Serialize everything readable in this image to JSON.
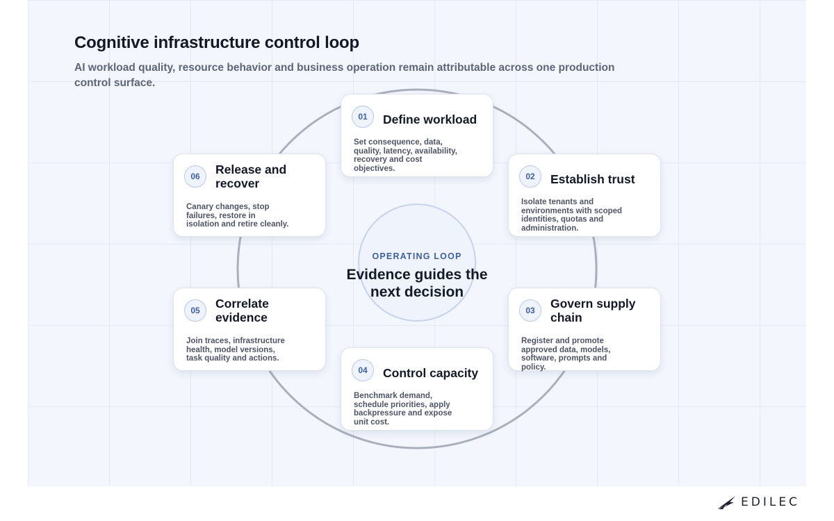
{
  "header": {
    "title": "Cognitive infrastructure control loop",
    "subtitle": "AI workload quality, resource behavior and business operation remain attributable across one production control surface."
  },
  "center": {
    "kicker": "OPERATING LOOP",
    "text": "Evidence guides the next decision"
  },
  "steps": [
    {
      "number": "01",
      "title": "Define workload",
      "description": "Set consequence, data, quality, latency, availability, recovery and cost objectives."
    },
    {
      "number": "02",
      "title": "Establish trust",
      "description": "Isolate tenants and environments with scoped identities, quotas and administration."
    },
    {
      "number": "03",
      "title": "Govern supply chain",
      "description": "Register and promote approved data, models, software, prompts and policy."
    },
    {
      "number": "04",
      "title": "Control capacity",
      "description": "Benchmark demand, schedule priorities, apply backpressure and expose unit cost."
    },
    {
      "number": "05",
      "title": "Correlate evidence",
      "description": "Join traces, infrastructure health, model versions, task quality and actions."
    },
    {
      "number": "06",
      "title": "Release and recover",
      "description": "Canary changes, stop failures, restore in isolation and retire cleanly."
    }
  ],
  "brand": {
    "name": "EDILEC",
    "logo_icon": "edilec-wing-logo-icon"
  },
  "colors": {
    "accent": "#3c5fa8",
    "ring": "#a9b0bd",
    "canvas": "#f3f6fc"
  }
}
